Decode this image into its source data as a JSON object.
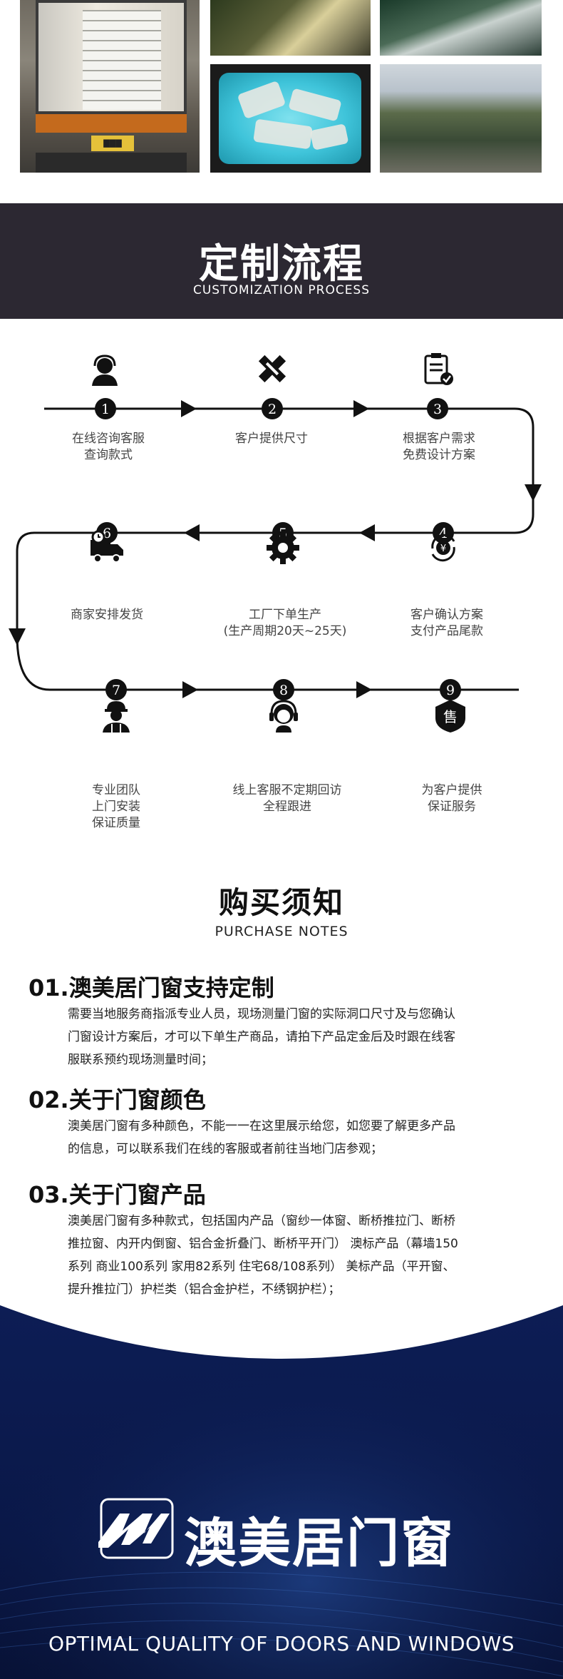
{
  "banner": {
    "title": "定制流程",
    "subtitle": "CUSTOMIZATION PROCESS"
  },
  "process": {
    "steps": [
      {
        "number": "1",
        "label": "在线咨询客服\n查询款式",
        "icon": "customer-service-icon"
      },
      {
        "number": "2",
        "label": "客户提供尺寸",
        "icon": "ruler-pencil-icon"
      },
      {
        "number": "3",
        "label": "根据客户需求\n免费设计方案",
        "icon": "clipboard-check-icon"
      },
      {
        "number": "4",
        "label": "客户确认方案\n支付产品尾款",
        "icon": "yuan-refresh-icon"
      },
      {
        "number": "5",
        "label": "工厂下单生产\n(生产周期20天~25天)",
        "icon": "gear-icon"
      },
      {
        "number": "6",
        "label": "商家安排发货",
        "icon": "delivery-truck-icon"
      },
      {
        "number": "7",
        "label": "专业团队\n上门安装\n保证质量",
        "icon": "worker-icon"
      },
      {
        "number": "8",
        "label": "线上客服不定期回访\n全程跟进",
        "icon": "headset-icon"
      },
      {
        "number": "9",
        "label": "为客户提供\n保证服务",
        "icon": "shield-shou-icon"
      }
    ],
    "shield_glyph": "售"
  },
  "notes": {
    "title": "购买须知",
    "subtitle": "PURCHASE NOTES",
    "items": [
      {
        "heading": "01.澳美居门窗支持定制",
        "lines": [
          "需要当地服务商指派专业人员，现场测量门窗的实际洞口尺寸及与您确认",
          "门窗设计方案后，才可以下单生产商品，请拍下产品定金后及时跟在线客",
          "服联系预约现场测量时间；"
        ]
      },
      {
        "heading": "02.关于门窗颜色",
        "lines": [
          "澳美居门窗有多种颜色，不能一一在这里展示给您，如您要了解更多产品",
          "的信息，可以联系我们在线的客服或者前往当地门店参观；"
        ]
      },
      {
        "heading": "03.关于门窗产品",
        "lines": [
          "澳美居门窗有多种款式，包括国内产品（窗纱一体窗、断桥推拉门、断桥",
          "推拉窗、内开内倒窗、铝合金折叠门、断桥平开门） 澳标产品（幕墙150",
          "系列 商业100系列  家用82系列  住宅68/108系列） 美标产品（平开窗、",
          "提升推拉门）护栏类（铝合金护栏，不绣钢护栏）；"
        ]
      }
    ]
  },
  "footer": {
    "brand": "澳美居门窗",
    "slogan": "OPTIMAL QUALITY OF DOORS AND WINDOWS"
  },
  "colors": {
    "banner": "#2c2832",
    "footer_navy": "#0b1a4a",
    "process_line": "#111111"
  }
}
